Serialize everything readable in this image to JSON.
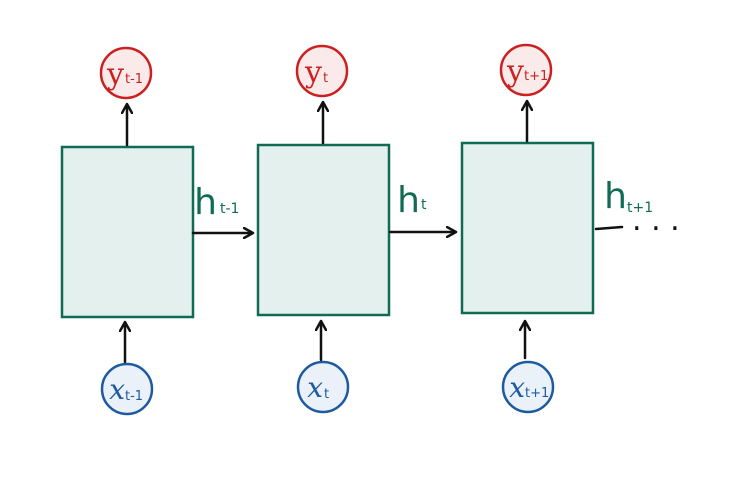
{
  "cells": [
    {
      "output": {
        "main": "y",
        "sub": "t-1"
      },
      "input": {
        "main": "x",
        "sub": "t-1"
      },
      "hidden": {
        "main": "h",
        "sub": "t-1"
      }
    },
    {
      "output": {
        "main": "y",
        "sub": "t"
      },
      "input": {
        "main": "x",
        "sub": "t"
      },
      "hidden": {
        "main": "h",
        "sub": "t"
      }
    },
    {
      "output": {
        "main": "y",
        "sub": "t+1"
      },
      "input": {
        "main": "x",
        "sub": "t+1"
      },
      "hidden": {
        "main": "h",
        "sub": "t+1"
      }
    }
  ],
  "continuation": ". . .",
  "colors": {
    "cell_fill": "#e3f0ee",
    "cell_stroke": "#0f6b53",
    "output": "#cc2020",
    "input": "#1e5aa0",
    "hidden": "#0f6b53",
    "arrow": "#111111"
  }
}
